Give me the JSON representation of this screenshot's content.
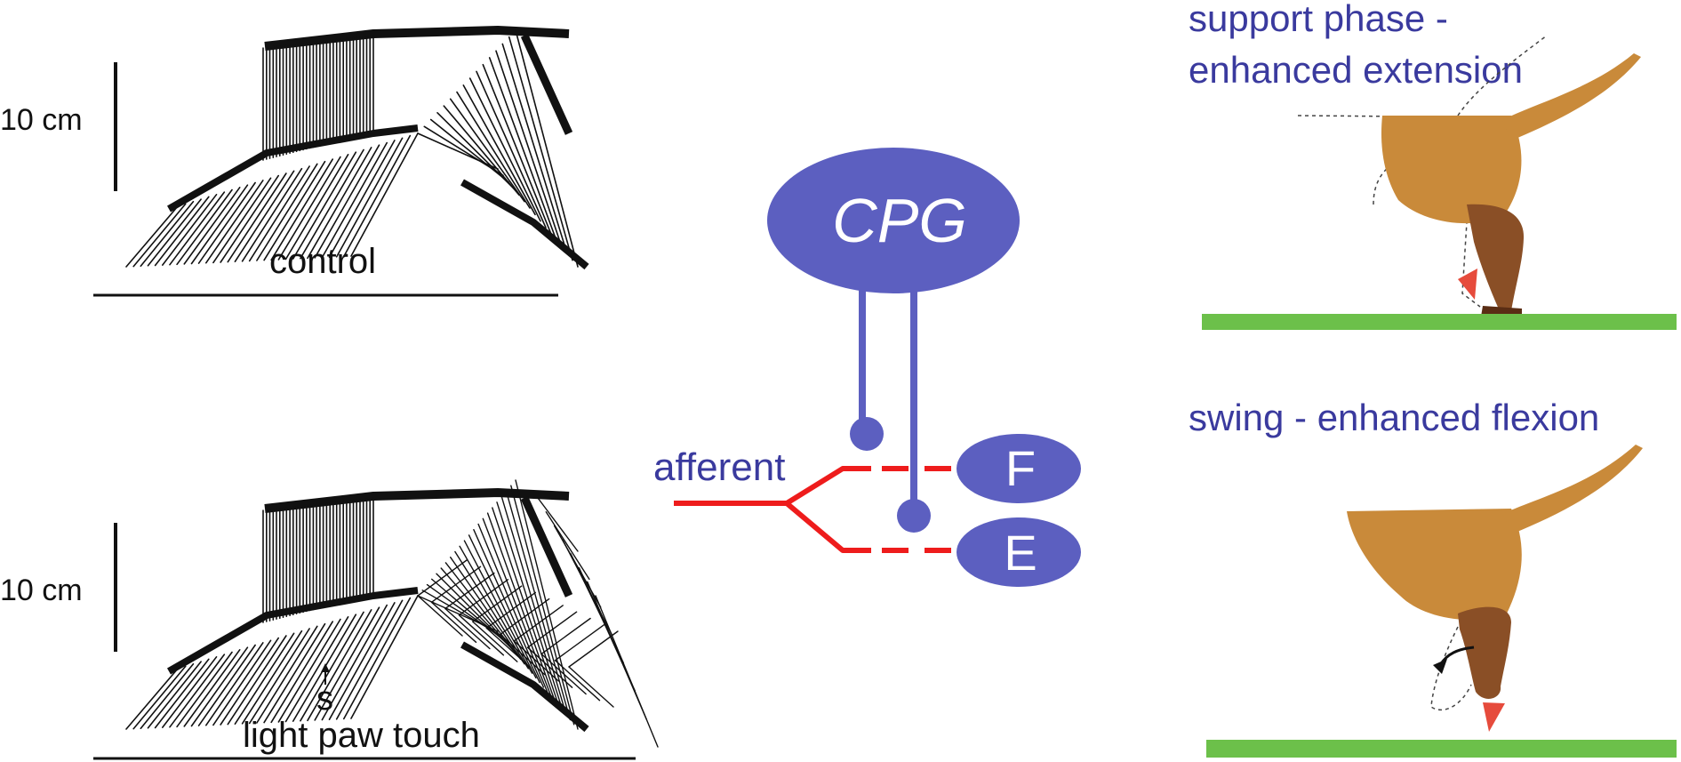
{
  "left_panel": {
    "scale_top": "10 cm",
    "label_top": "control",
    "scale_bottom": "10 cm",
    "stim_marker": "s",
    "label_bottom": "light paw touch"
  },
  "center_panel": {
    "cpg_label": "CPG",
    "afferent_label": "afferent",
    "flexor_label": "F",
    "extensor_label": "E"
  },
  "right_panel": {
    "top_title_line1": "support phase -",
    "top_title_line2": "enhanced extension",
    "bottom_title": "swing - enhanced flexion"
  },
  "colors": {
    "neuron_blue": "#5c5fc0",
    "text_blue": "#3a3a9e",
    "afferent_red": "#ee1c1c",
    "ground_green": "#6cc04a",
    "cat_fur": "#c98a3a",
    "cat_leg": "#8a4f26",
    "marker_red": "#e64b3c",
    "stick_black": "#111111"
  }
}
